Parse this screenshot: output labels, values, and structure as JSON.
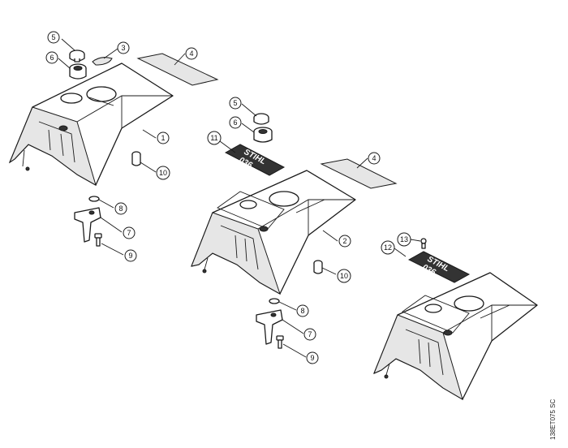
{
  "drawing_ref": "138ET075 SC",
  "decals": [
    {
      "line1": "STIHL",
      "line2": "036"
    },
    {
      "line1": "STIHL",
      "line2": "036"
    }
  ],
  "callouts": {
    "left": [
      "5",
      "3",
      "4",
      "6",
      "1",
      "10",
      "8",
      "7",
      "9"
    ],
    "middle": [
      "5",
      "6",
      "11",
      "4",
      "2",
      "10",
      "8",
      "7",
      "9"
    ],
    "right": [
      "13",
      "12"
    ]
  }
}
